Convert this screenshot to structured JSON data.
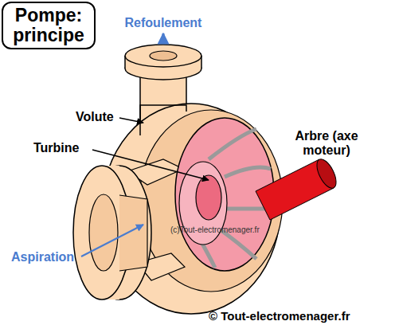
{
  "diagram": {
    "title": "Pompe: principe",
    "labels": [
      "Refoulement",
      "Volute",
      "Turbine",
      "Arbre (axe moteur)",
      "Aspiration",
      "(c)Tout-electromenager.fr",
      "© Tout-electromenager.fr"
    ]
  }
}
